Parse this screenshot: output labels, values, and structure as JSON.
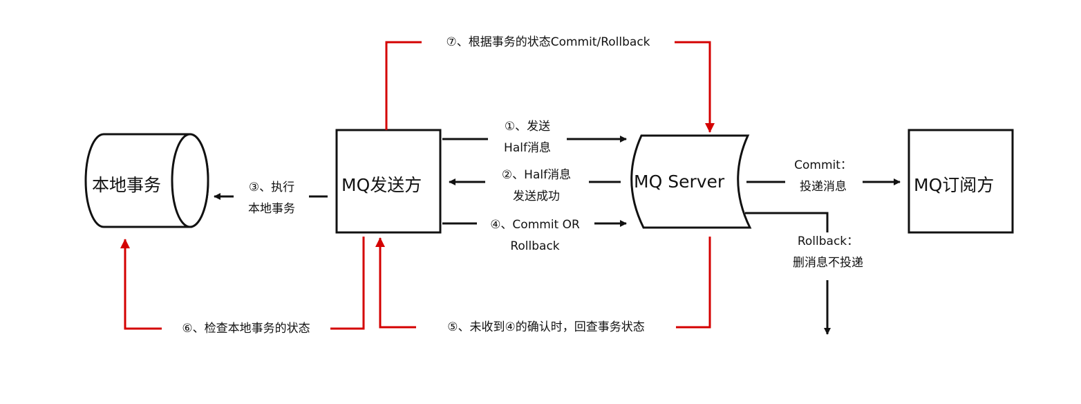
{
  "nodes": {
    "local_tx": "本地事务",
    "mq_sender": "MQ发送方",
    "mq_server": "MQ Server",
    "mq_subscriber": "MQ订阅方"
  },
  "edges": {
    "step1": {
      "line1": "①、发送",
      "line2": "Half消息"
    },
    "step2": {
      "line1": "②、Half消息",
      "line2": "发送成功"
    },
    "step3": {
      "line1": "③、执行",
      "line2": "本地事务"
    },
    "step4": {
      "line1": "④、Commit OR",
      "line2": "Rollback"
    },
    "step5": "⑤、未收到④的确认时，回查事务状态",
    "step6": "⑥、检查本地事务的状态",
    "step7": "⑦、根据事务的状态Commit/Rollback",
    "commit": {
      "line1": "Commit：",
      "line2": "投递消息"
    },
    "rollback": {
      "line1": "Rollback：",
      "line2": "删消息不投递"
    }
  },
  "colors": {
    "line": "#111111",
    "callback": "#d40000"
  }
}
